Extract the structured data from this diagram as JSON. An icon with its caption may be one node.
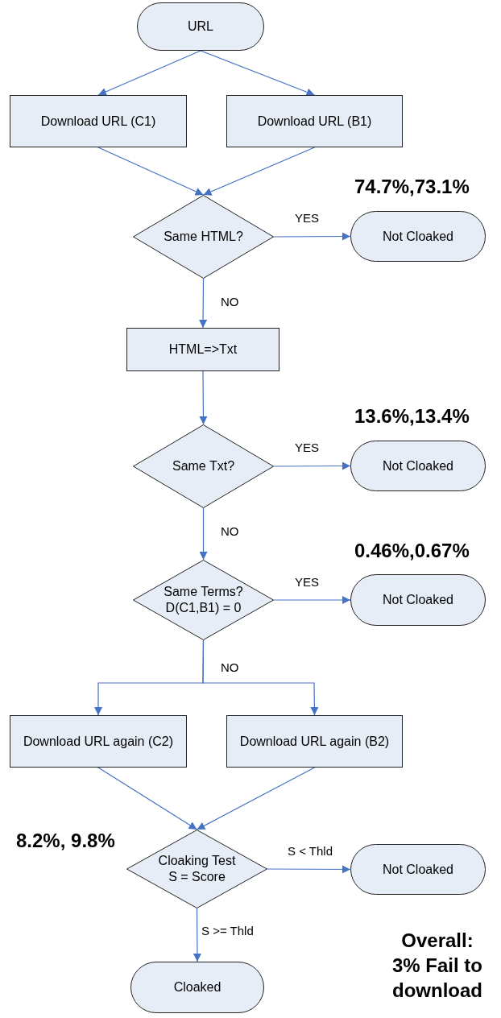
{
  "diagram": {
    "nodes": [
      {
        "text": [
          "URL"
        ]
      },
      {
        "text": [
          "Download URL (C1)"
        ]
      },
      {
        "text": [
          "Download URL (B1)"
        ]
      },
      {
        "text": [
          "Same HTML?"
        ]
      },
      {
        "text": [
          "Not Cloaked"
        ],
        "beside": [
          "74.7%,73.1%"
        ]
      },
      {
        "text": [
          "HTML=>Txt"
        ]
      },
      {
        "text": [
          "Same Txt?"
        ]
      },
      {
        "text": [
          "Not Cloaked"
        ],
        "beside": [
          "13.6%,13.4%"
        ]
      },
      {
        "text": [
          "Same Terms? D(C1,B1) = 0"
        ]
      },
      {
        "text": [
          "Not Cloaked"
        ],
        "beside": [
          "0.46%,0.67%"
        ]
      },
      {
        "text": [
          "Download URL again (C2)"
        ]
      },
      {
        "text": [
          "Download URL again (B2)"
        ]
      },
      {
        "text": [
          "Cloaking Test S = Score"
        ],
        "beside": [
          "8.2%, 9.8%"
        ]
      },
      {
        "text": [
          "Not Cloaked"
        ]
      },
      {
        "text": [
          "Cloaked"
        ]
      }
    ],
    "edges": [
      {
        "from": 0,
        "to": 1,
        "arrow": "to"
      },
      {
        "from": 0,
        "to": 2,
        "arrow": "to"
      },
      {
        "from": 1,
        "to": 3,
        "arrow": "to"
      },
      {
        "from": 2,
        "to": 3,
        "arrow": "to"
      },
      {
        "from": 3,
        "to": 4,
        "arrow": "to",
        "label": "YES"
      },
      {
        "from": 3,
        "to": 5,
        "arrow": "to",
        "label": "NO"
      },
      {
        "from": 5,
        "to": 6,
        "arrow": "to"
      },
      {
        "from": 6,
        "to": 7,
        "arrow": "to",
        "label": "YES"
      },
      {
        "from": 6,
        "to": 8,
        "arrow": "to",
        "label": "NO"
      },
      {
        "from": 8,
        "to": 9,
        "arrow": "to",
        "label": "YES"
      },
      {
        "from": 8,
        "to": 10,
        "arrow": "to",
        "label": "NO"
      },
      {
        "from": 8,
        "to": 11,
        "arrow": "to"
      },
      {
        "from": 10,
        "to": 12,
        "arrow": "to"
      },
      {
        "from": 11,
        "to": 12,
        "arrow": "to"
      },
      {
        "from": 12,
        "to": 13,
        "arrow": "to",
        "label": "S < Thld"
      },
      {
        "from": 12,
        "to": 14,
        "arrow": "to",
        "label": "S >= Thld"
      }
    ],
    "labels": [
      "Overall: 3% Fail to download"
    ]
  }
}
